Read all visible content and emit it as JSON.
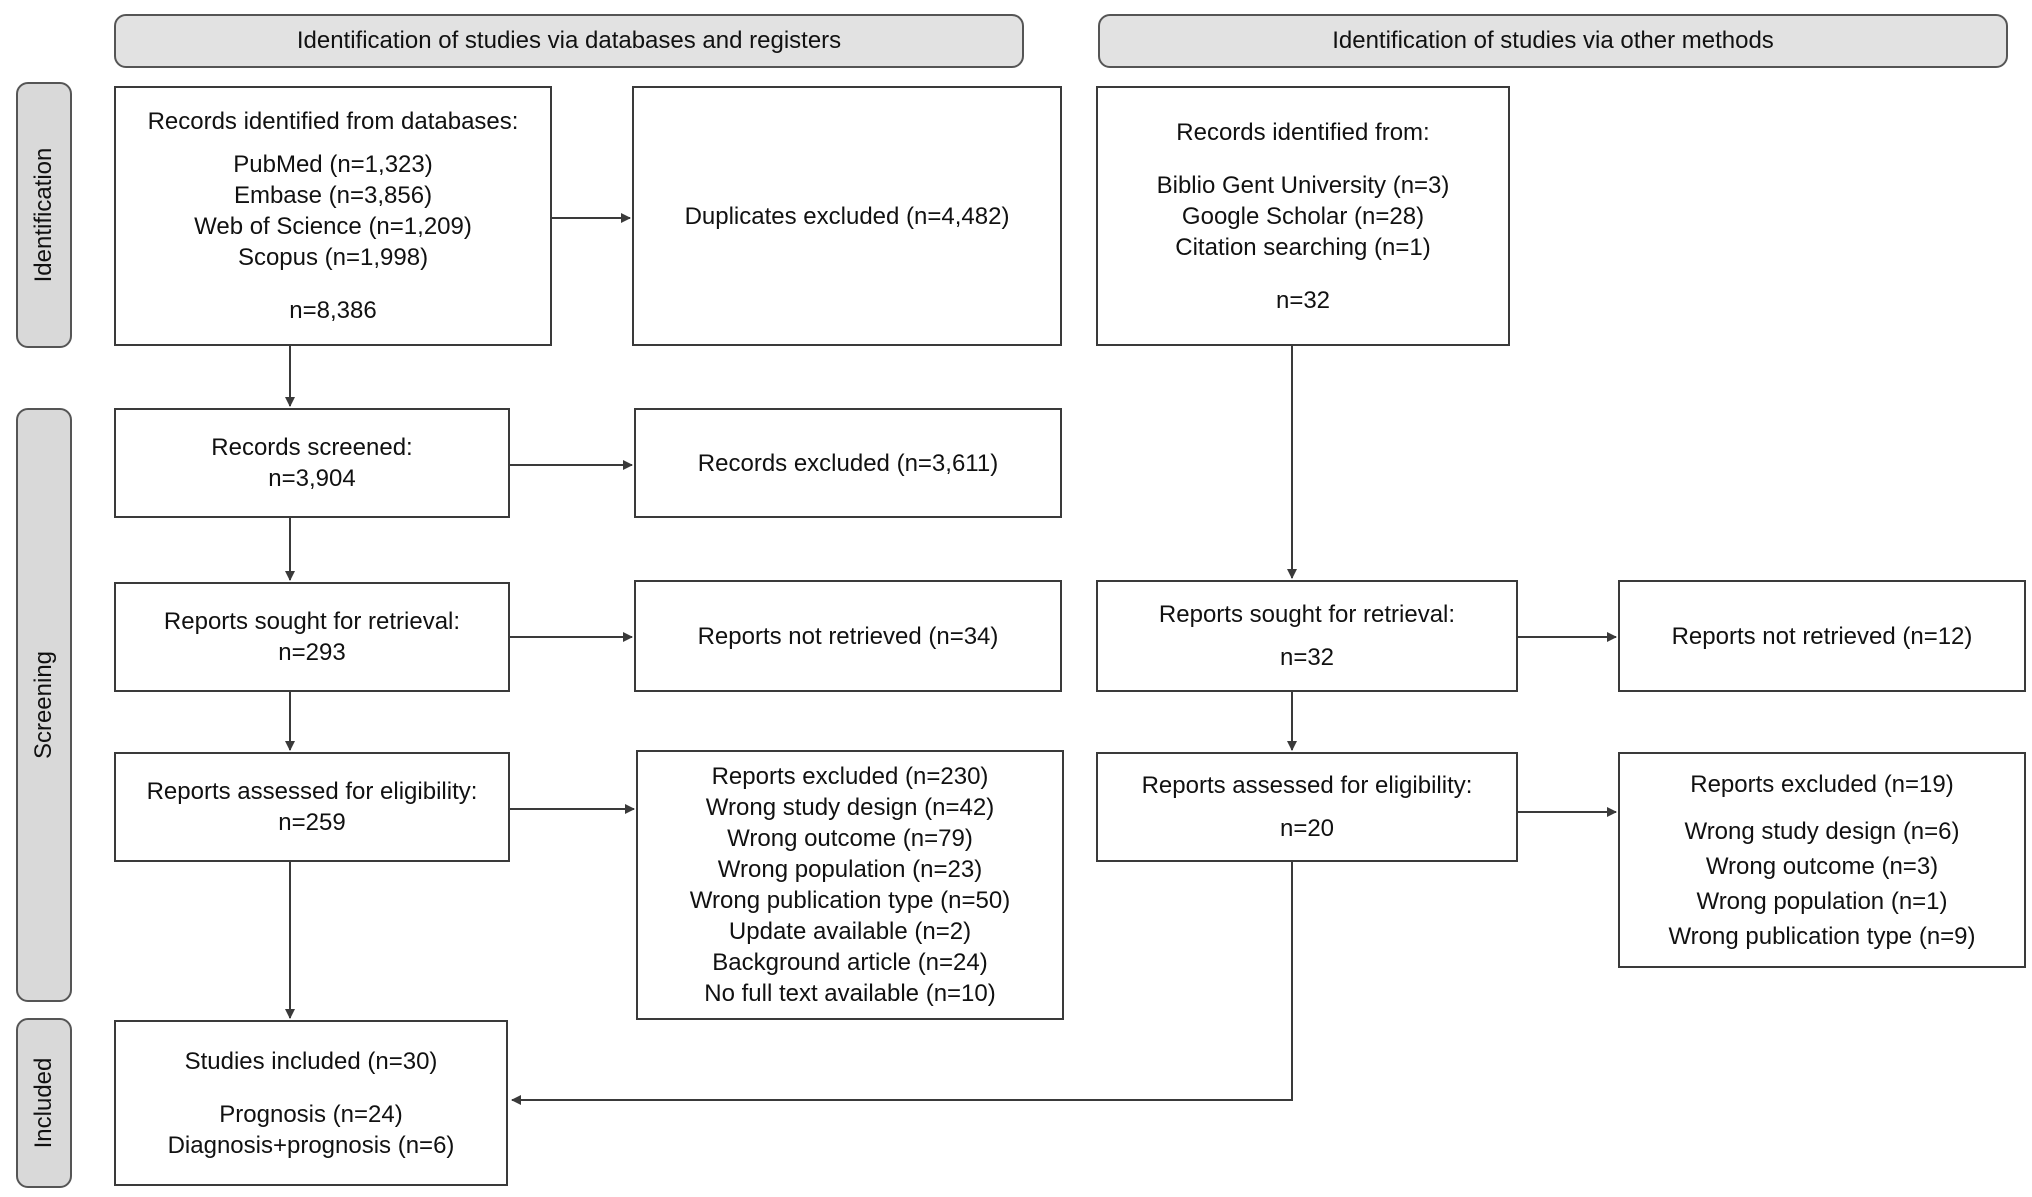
{
  "headers": {
    "left": "Identification of studies via databases and registers",
    "right": "Identification of studies via other methods"
  },
  "stages": {
    "identification": "Identification",
    "screening": "Screening",
    "included": "Included"
  },
  "databases": {
    "title": "Records identified from databases:",
    "pubmed": "PubMed (n=1,323)",
    "embase": "Embase (n=3,856)",
    "wos": "Web of Science (n=1,209)",
    "scopus": "Scopus (n=1,998)",
    "total": "n=8,386"
  },
  "duplicates": {
    "text": "Duplicates excluded (n=4,482)"
  },
  "other_sources": {
    "title": "Records identified from:",
    "biblio": "Biblio Gent University (n=3)",
    "scholar": "Google Scholar (n=28)",
    "citation": "Citation searching (n=1)",
    "total": "n=32"
  },
  "screened": {
    "title": "Records screened:",
    "count": "n=3,904"
  },
  "records_excluded": {
    "text": "Records excluded (n=3,611)"
  },
  "sought_left": {
    "title": "Reports sought for retrieval:",
    "count": "n=293"
  },
  "not_retrieved_left": {
    "text": "Reports not retrieved (n=34)"
  },
  "sought_right": {
    "title": "Reports sought for retrieval:",
    "count": "n=32"
  },
  "not_retrieved_right": {
    "text": "Reports not retrieved (n=12)"
  },
  "assessed_left": {
    "title": "Reports assessed for eligibility:",
    "count": "n=259"
  },
  "excluded_left": {
    "title": "Reports excluded (n=230)",
    "items": [
      "Wrong study design (n=42)",
      "Wrong outcome (n=79)",
      "Wrong population (n=23)",
      "Wrong publication type (n=50)",
      "Update available (n=2)",
      "Background article (n=24)",
      "No full text available (n=10)"
    ]
  },
  "assessed_right": {
    "title": "Reports assessed for eligibility:",
    "count": "n=20"
  },
  "excluded_right": {
    "title": "Reports excluded (n=19)",
    "items": [
      "Wrong study design (n=6)",
      "Wrong outcome (n=3)",
      "Wrong population (n=1)",
      "Wrong publication type (n=9)"
    ]
  },
  "included": {
    "title": "Studies included (n=30)",
    "prognosis": "Prognosis (n=24)",
    "diagnosis": "Diagnosis+prognosis (n=6)"
  },
  "colors": {
    "line": "#3a3a3a",
    "header_fill": "#e2e2e2",
    "stage_fill": "#d9d9d9"
  }
}
